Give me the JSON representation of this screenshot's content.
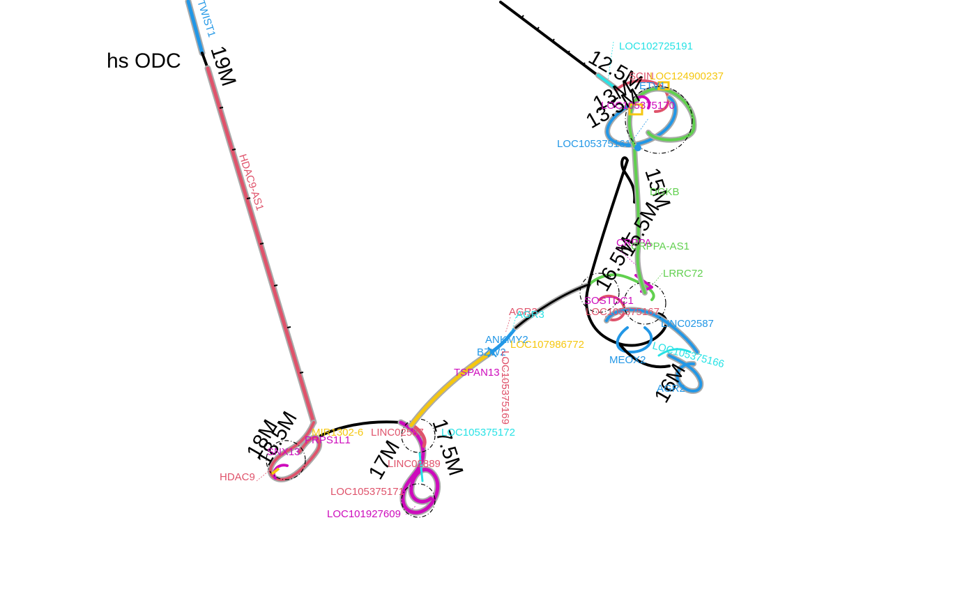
{
  "title": "hs ODC",
  "colors": {
    "backbone": "#000000",
    "halo": "#aaaaaa",
    "red": "#df536b",
    "blue": "#2297e6",
    "green": "#61d04f",
    "magenta": "#cd0bbc",
    "cyan": "#28e2e5",
    "yellow": "#f5c710"
  },
  "coordinates": [
    "19M",
    "18.5M",
    "18M",
    "17.5M",
    "17M",
    "16.5M",
    "16M",
    "15.5M",
    "15M",
    "13.5M",
    "13M",
    "12.5M"
  ],
  "genes": [
    {
      "name": "TWIST1",
      "color": "blue"
    },
    {
      "name": "HDAC9-AS1",
      "color": "red"
    },
    {
      "name": "HDAC9",
      "color": "red"
    },
    {
      "name": "SNX13",
      "color": "magenta"
    },
    {
      "name": "PRPS1L1",
      "color": "magenta"
    },
    {
      "name": "MIR1302-6",
      "color": "yellow"
    },
    {
      "name": "LINC02587",
      "color": "red"
    },
    {
      "name": "LOC105375172",
      "color": "cyan"
    },
    {
      "name": "LINC02889",
      "color": "red"
    },
    {
      "name": "LOC105375171",
      "color": "red"
    },
    {
      "name": "LOC101927609",
      "color": "magenta"
    },
    {
      "name": "TSPAN13",
      "color": "magenta"
    },
    {
      "name": "BZW2",
      "color": "blue"
    },
    {
      "name": "ANKMY2",
      "color": "blue"
    },
    {
      "name": "LOC107986772",
      "color": "yellow"
    },
    {
      "name": "LOC105375169",
      "color": "red"
    },
    {
      "name": "AGR3",
      "color": "red"
    },
    {
      "name": "AGR3",
      "color": "cyan"
    },
    {
      "name": "SOSTDC1",
      "color": "magenta"
    },
    {
      "name": "LOC105375167",
      "color": "red"
    },
    {
      "name": "LINC02587",
      "color": "blue"
    },
    {
      "name": "MEOX2",
      "color": "blue"
    },
    {
      "name": "LOC105375166",
      "color": "cyan"
    },
    {
      "name": "AGR2",
      "color": "blue"
    },
    {
      "name": "LRRC72",
      "color": "green"
    },
    {
      "name": "CRPPA",
      "color": "magenta"
    },
    {
      "name": "CRPPA-AS1",
      "color": "green"
    },
    {
      "name": "DGKB",
      "color": "green"
    },
    {
      "name": "LOC105375161",
      "color": "blue"
    },
    {
      "name": "LOC105375170",
      "color": "magenta"
    },
    {
      "name": "ETV1",
      "color": "blue"
    },
    {
      "name": "SCIN",
      "color": "red"
    },
    {
      "name": "LOC124900237",
      "color": "yellow"
    },
    {
      "name": "LOC102725191",
      "color": "cyan"
    }
  ]
}
